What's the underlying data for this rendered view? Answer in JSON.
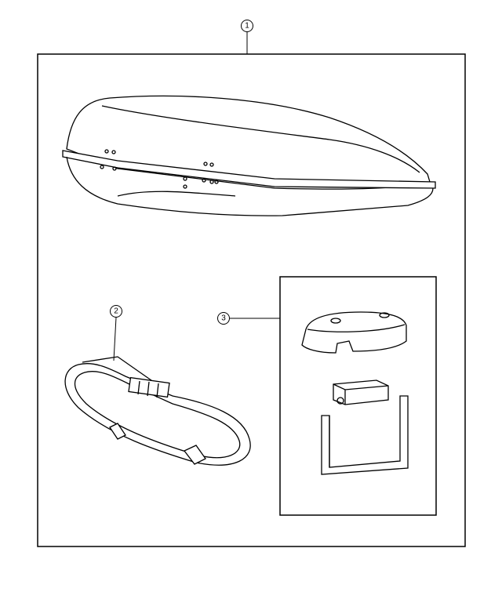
{
  "diagram": {
    "callouts": [
      {
        "number": "1",
        "part": "cargo-carrier"
      },
      {
        "number": "2",
        "part": "strap"
      },
      {
        "number": "3",
        "part": "mounting-kit"
      }
    ],
    "line_color": "#000000",
    "background": "#ffffff"
  }
}
